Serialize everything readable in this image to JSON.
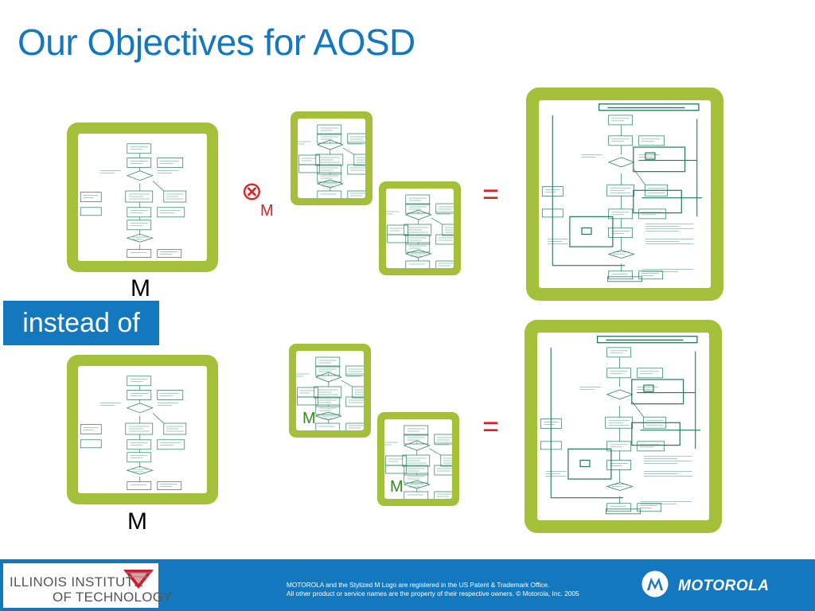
{
  "slide": {
    "title": "Our Objectives for AOSD",
    "instead_label": "instead of",
    "weave_operator": "⊗",
    "weave_subscript": "M",
    "equals": "=",
    "m_label": "M"
  },
  "colors": {
    "title": "#1478be",
    "frame": "#a4c03a",
    "diagram_ink": "#1f7a5a",
    "operator": "#e02020",
    "m_green": "#2f8a1f",
    "footer": "#1478be"
  },
  "footer": {
    "institution_line1": "ILLINOIS INSTITUTE",
    "institution_line2": "OF TECHNOLOGY",
    "legal_line1": "MOTOROLA and the Stylized M Logo are registered in the US Patent & Trademark Office.",
    "legal_line2": "All other product or service names are the property of their respective owners. © Motorola, Inc. 2005",
    "brand": "MOTOROLA",
    "iit_logo": "iit-triangle-logo",
    "moto_logo": "motorola-batwing-logo"
  }
}
